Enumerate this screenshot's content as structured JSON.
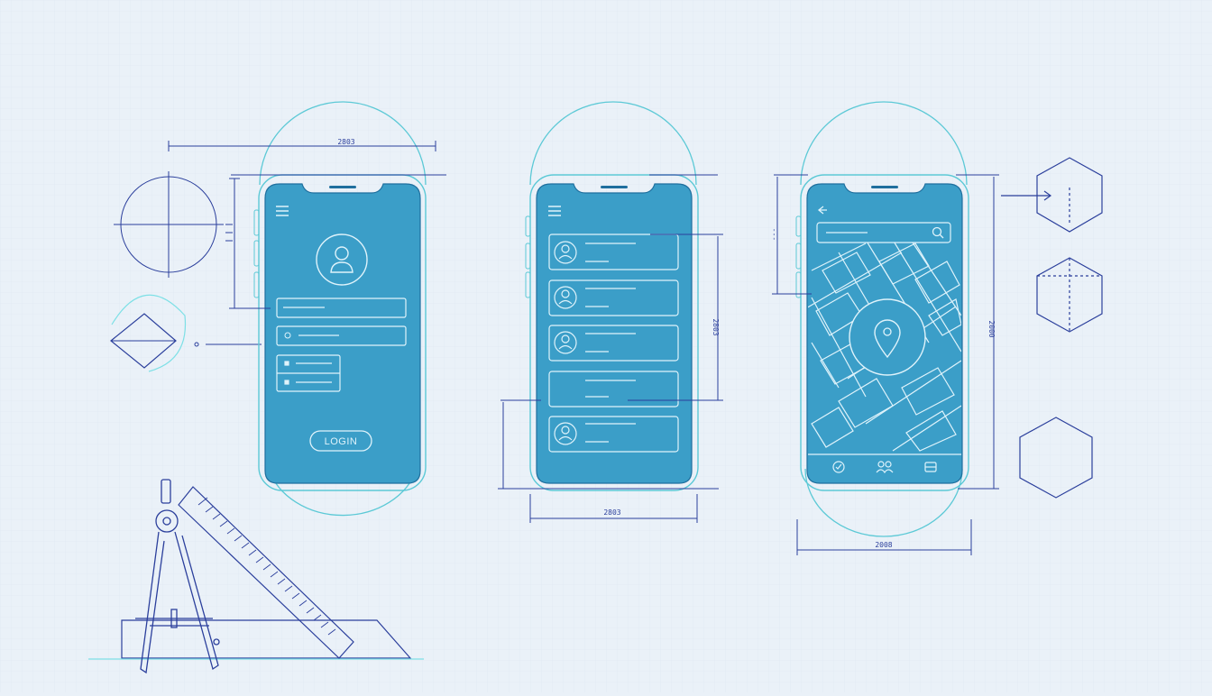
{
  "palette": {
    "background": "#eaf1f8",
    "screen": "#3b9ec8",
    "screen_line": "#dff3fb",
    "phone_outline": "#5cc9d6",
    "construction_line": "#7ee0e6",
    "ink_blue": "#2b3f9c"
  },
  "dimensions": {
    "phone1_width": "2803",
    "phone2_height": "2803",
    "phone2_width": "2803",
    "phone3_height": "2000",
    "phone3_width": "2008"
  },
  "phone_login": {
    "menu_icon": "hamburger-menu-icon",
    "avatar_icon": "user-avatar-icon",
    "login_label": "LOGIN"
  },
  "phone_list": {
    "menu_icon": "hamburger-menu-icon",
    "row_icon": "user-avatar-icon",
    "row_count": 5
  },
  "phone_map": {
    "back_icon": "back-arrow-icon",
    "search_icon": "search-icon",
    "pin_icon": "map-pin-icon",
    "tab_icons": [
      "chat-icon",
      "users-icon",
      "bag-icon"
    ]
  },
  "drafting_tools": [
    "drafting-compass-icon",
    "triangle-ruler-icon"
  ]
}
